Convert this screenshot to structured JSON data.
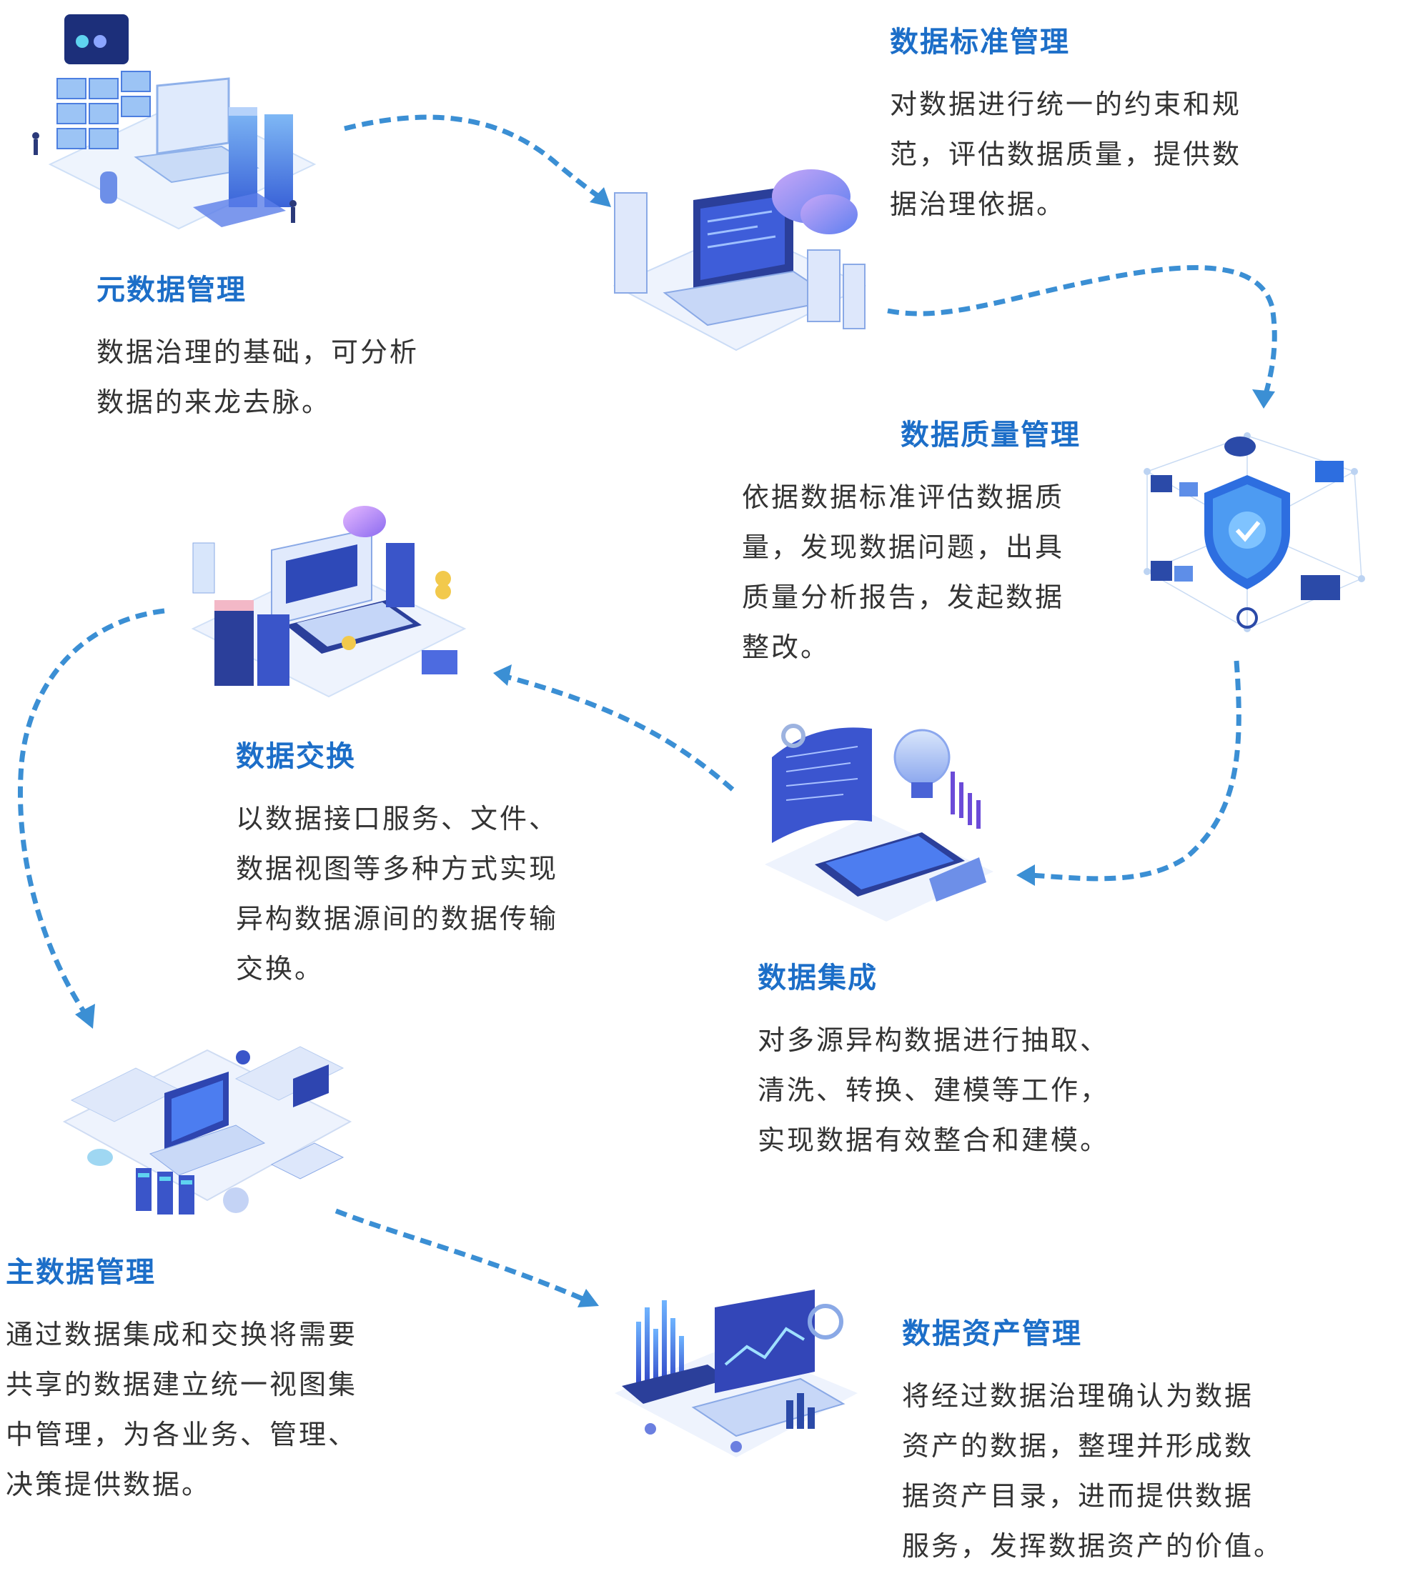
{
  "colors": {
    "accent": "#1c6ec8",
    "arrow": "#3b8fd4",
    "text": "#333333"
  },
  "nodes": [
    {
      "id": "metadata",
      "title": "元数据管理",
      "lines": [
        "数据治理的基础，可分析",
        "数据的来龙去脉。"
      ]
    },
    {
      "id": "standard",
      "title": "数据标准管理",
      "lines": [
        "对数据进行统一的约束和规",
        "范，评估数据质量，提供数",
        "据治理依据。"
      ]
    },
    {
      "id": "quality",
      "title": "数据质量管理",
      "lines": [
        "依据数据标准评估数据质",
        "量，发现数据问题，出具",
        "质量分析报告，发起数据",
        "整改。"
      ]
    },
    {
      "id": "integration",
      "title": "数据集成",
      "lines": [
        "对多源异构数据进行抽取、",
        "清洗、转换、建模等工作，",
        "实现数据有效整合和建模。"
      ]
    },
    {
      "id": "exchange",
      "title": "数据交换",
      "lines": [
        "以数据接口服务、文件、",
        "数据视图等多种方式实现",
        "异构数据源间的数据传输",
        "交换。"
      ]
    },
    {
      "id": "master",
      "title": "主数据管理",
      "lines": [
        "通过数据集成和交换将需要",
        "共享的数据建立统一视图集",
        "中管理，为各业务、管理、",
        "决策提供数据。"
      ]
    },
    {
      "id": "asset",
      "title": "数据资产管理",
      "lines": [
        "将经过数据治理确认为数据",
        "资产的数据，整理并形成数",
        "据资产目录，进而提供数据",
        "服务，发挥数据资产的价值。"
      ]
    }
  ],
  "icons": [
    "servers-laptop-illustration",
    "laptop-cloud-illustration",
    "security-shield-illustration",
    "lightbulb-analytics-illustration",
    "data-exchange-illustration",
    "isometric-office-illustration",
    "data-charts-illustration"
  ]
}
